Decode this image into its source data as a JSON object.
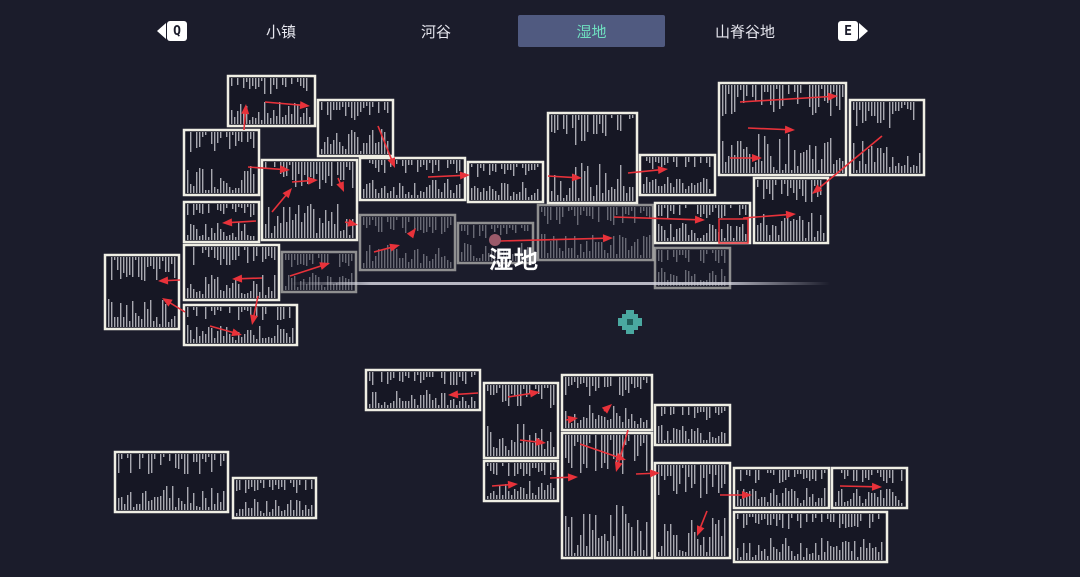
{
  "nav": {
    "prev_key": "Q",
    "next_key": "E",
    "tabs": [
      {
        "label": "小镇",
        "active": false
      },
      {
        "label": "河谷",
        "active": false
      },
      {
        "label": "湿地",
        "active": true
      },
      {
        "label": "山脊谷地",
        "active": false
      }
    ]
  },
  "map": {
    "area_name": "湿地",
    "colors": {
      "background": "#1b1c2b",
      "room_border": "#efeee4",
      "room_fill": "#161724",
      "terrain": "#a8a8b0",
      "route_arrow": "#e8323a",
      "active_tab": "#505a80",
      "active_tab_text": "#6fe0c0",
      "marker": "#4aa8a0"
    },
    "icons": [
      "player-marker-icon",
      "waypoint-marker-icon",
      "route-arrow-icon"
    ]
  }
}
